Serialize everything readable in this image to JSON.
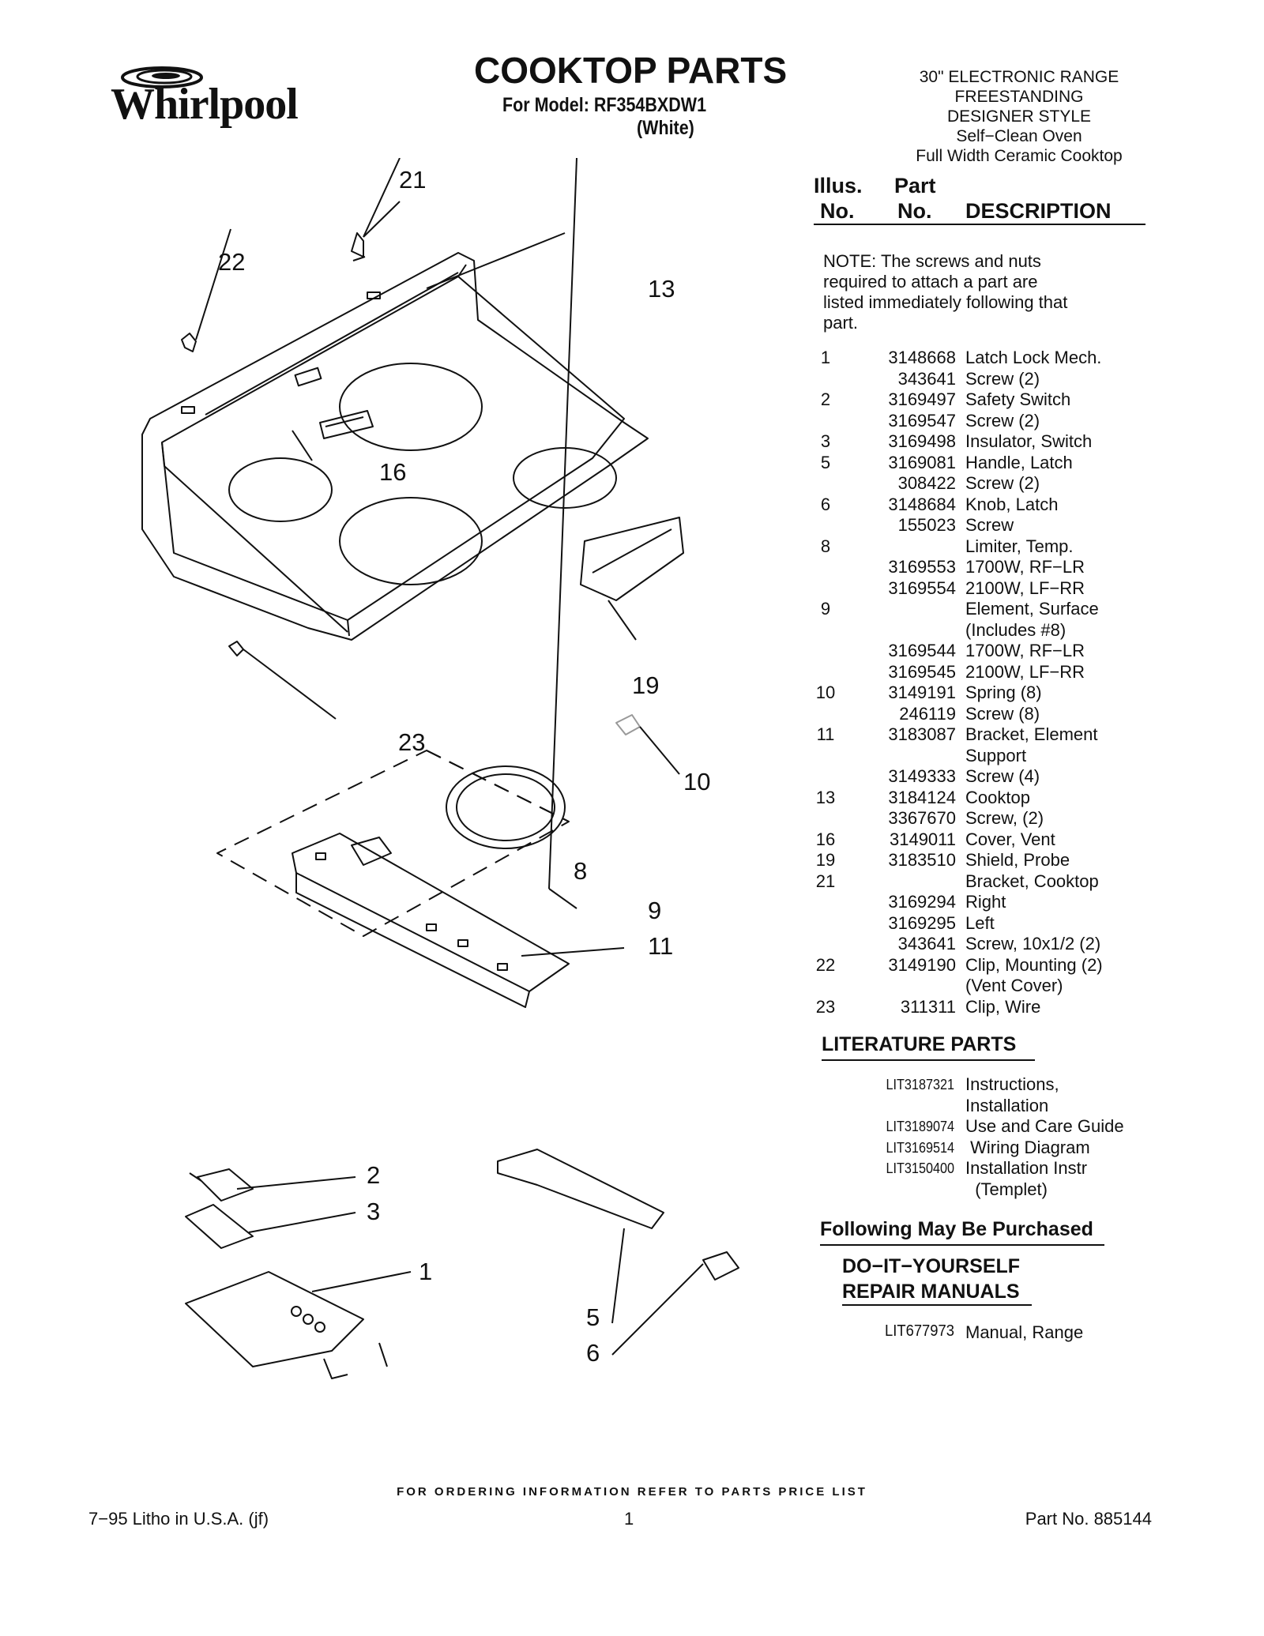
{
  "header": {
    "brand": "Whirlpool",
    "title": "COOKTOP PARTS",
    "model_line": "For Model: RF354BXDW1",
    "model_color": "(White)",
    "spec_lines": [
      "30\" ELECTRONIC RANGE",
      "FREESTANDING",
      "DESIGNER STYLE",
      "Self−Clean Oven",
      "Full Width Ceramic Cooktop"
    ]
  },
  "diagram": {
    "callouts": [
      "21",
      "22",
      "13",
      "16",
      "19",
      "23",
      "10",
      "8",
      "9",
      "11",
      "2",
      "3",
      "1",
      "5",
      "6"
    ]
  },
  "parts_table": {
    "header_illus_1": "Illus.",
    "header_illus_2": "No.",
    "header_part_1": "Part",
    "header_part_2": "No.",
    "header_desc": "DESCRIPTION",
    "note": "NOTE: The screws and nuts required to attach a part are listed immediately following that part.",
    "rows": [
      {
        "illus": "1",
        "part": "3148668",
        "desc": "Latch Lock Mech."
      },
      {
        "illus": "",
        "part": "343641",
        "desc": "Screw (2)"
      },
      {
        "illus": "2",
        "part": "3169497",
        "desc": "Safety Switch"
      },
      {
        "illus": "",
        "part": "3169547",
        "desc": "Screw (2)"
      },
      {
        "illus": "3",
        "part": "3169498",
        "desc": "Insulator, Switch"
      },
      {
        "illus": "5",
        "part": "3169081",
        "desc": "Handle, Latch"
      },
      {
        "illus": "",
        "part": "308422",
        "desc": "Screw (2)"
      },
      {
        "illus": "6",
        "part": "3148684",
        "desc": "Knob, Latch"
      },
      {
        "illus": "",
        "part": "155023",
        "desc": "Screw"
      },
      {
        "illus": "8",
        "part": "",
        "desc": "Limiter, Temp."
      },
      {
        "illus": "",
        "part": "3169553",
        "desc": "1700W, RF−LR"
      },
      {
        "illus": "",
        "part": "3169554",
        "desc": "2100W, LF−RR"
      },
      {
        "illus": "9",
        "part": "",
        "desc": "Element, Surface"
      },
      {
        "illus": "",
        "part": "",
        "desc": "(Includes #8)"
      },
      {
        "illus": "",
        "part": "3169544",
        "desc": "1700W, RF−LR"
      },
      {
        "illus": "",
        "part": "3169545",
        "desc": "2100W, LF−RR"
      },
      {
        "illus": "10",
        "part": "3149191",
        "desc": "Spring (8)"
      },
      {
        "illus": "",
        "part": "246119",
        "desc": "Screw (8)"
      },
      {
        "illus": "11",
        "part": "3183087",
        "desc": "Bracket, Element"
      },
      {
        "illus": "",
        "part": "",
        "desc": "Support"
      },
      {
        "illus": "",
        "part": "3149333",
        "desc": "Screw (4)"
      },
      {
        "illus": "13",
        "part": "3184124",
        "desc": "Cooktop"
      },
      {
        "illus": "",
        "part": "3367670",
        "desc": "Screw, (2)"
      },
      {
        "illus": "16",
        "part": "3149011",
        "desc": "Cover, Vent"
      },
      {
        "illus": "19",
        "part": "3183510",
        "desc": "Shield, Probe"
      },
      {
        "illus": "21",
        "part": "",
        "desc": "Bracket, Cooktop"
      },
      {
        "illus": "",
        "part": "3169294",
        "desc": "Right"
      },
      {
        "illus": "",
        "part": "3169295",
        "desc": "Left"
      },
      {
        "illus": "",
        "part": "343641",
        "desc": "Screw, 10x1/2 (2)"
      },
      {
        "illus": "22",
        "part": "3149190",
        "desc": "Clip, Mounting (2)"
      },
      {
        "illus": "",
        "part": "",
        "desc": "(Vent Cover)"
      },
      {
        "illus": "23",
        "part": "311311",
        "desc": "Clip, Wire"
      }
    ]
  },
  "literature": {
    "title": "LITERATURE PARTS",
    "rows": [
      {
        "part": "LIT3187321",
        "desc": "Instructions,"
      },
      {
        "part": "",
        "desc": "Installation"
      },
      {
        "part": "LIT3189074",
        "desc": "Use and Care Guide"
      },
      {
        "part": "LIT3169514",
        "desc": " Wiring Diagram"
      },
      {
        "part": "LIT3150400",
        "desc": "Installation Instr"
      },
      {
        "part": "",
        "desc": "  (Templet)"
      }
    ]
  },
  "purchase": {
    "title": "Following May Be Purchased",
    "diy_line1": "DO−IT−YOURSELF",
    "diy_line2": "REPAIR MANUALS",
    "manual_part": "LIT677973",
    "manual_desc": "Manual, Range"
  },
  "footer": {
    "ordering": "FOR ORDERING INFORMATION REFER TO PARTS PRICE LIST",
    "left": "7−95 Litho in U.S.A. (jf)",
    "center": "1",
    "right": "Part No. 885144"
  }
}
